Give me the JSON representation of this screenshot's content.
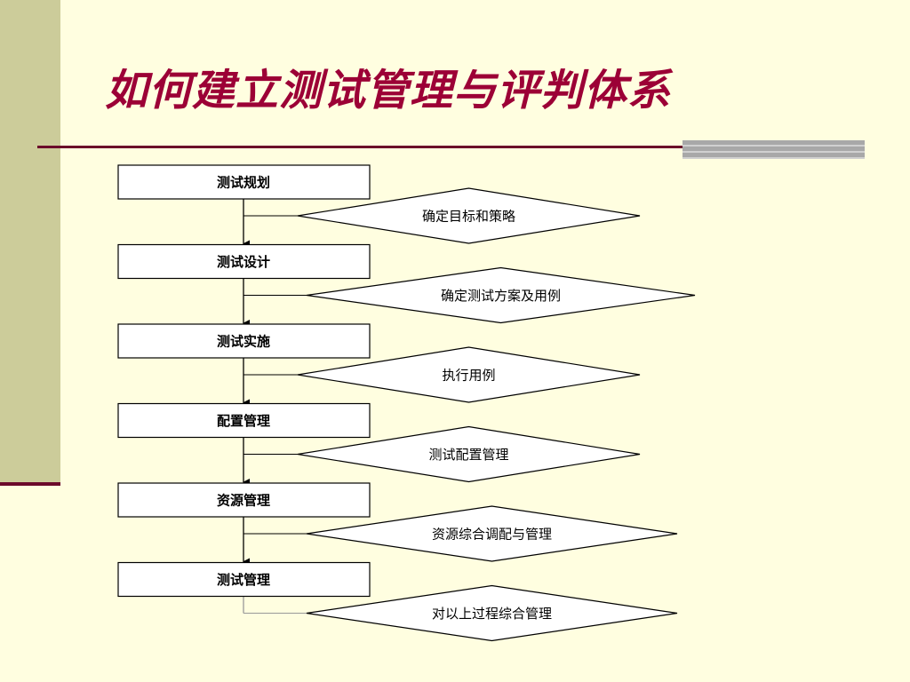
{
  "title": "如何建立测试管理与评判体系",
  "steps": [
    {
      "label": "测试规划",
      "task": "确定目标和策略"
    },
    {
      "label": "测试设计",
      "task": "确定测试方案及用例"
    },
    {
      "label": "测试实施",
      "task": "执行用例"
    },
    {
      "label": "配置管理",
      "task": "测试配置管理"
    },
    {
      "label": "资源管理",
      "task": "资源综合调配与管理"
    },
    {
      "label": "测试管理",
      "task": "对以上过程综合管理"
    }
  ],
  "colors": {
    "background": "#FFFEE0",
    "side_band": "#CCCC9A",
    "accent": "#6B0A2A",
    "title": "#9C0036"
  }
}
